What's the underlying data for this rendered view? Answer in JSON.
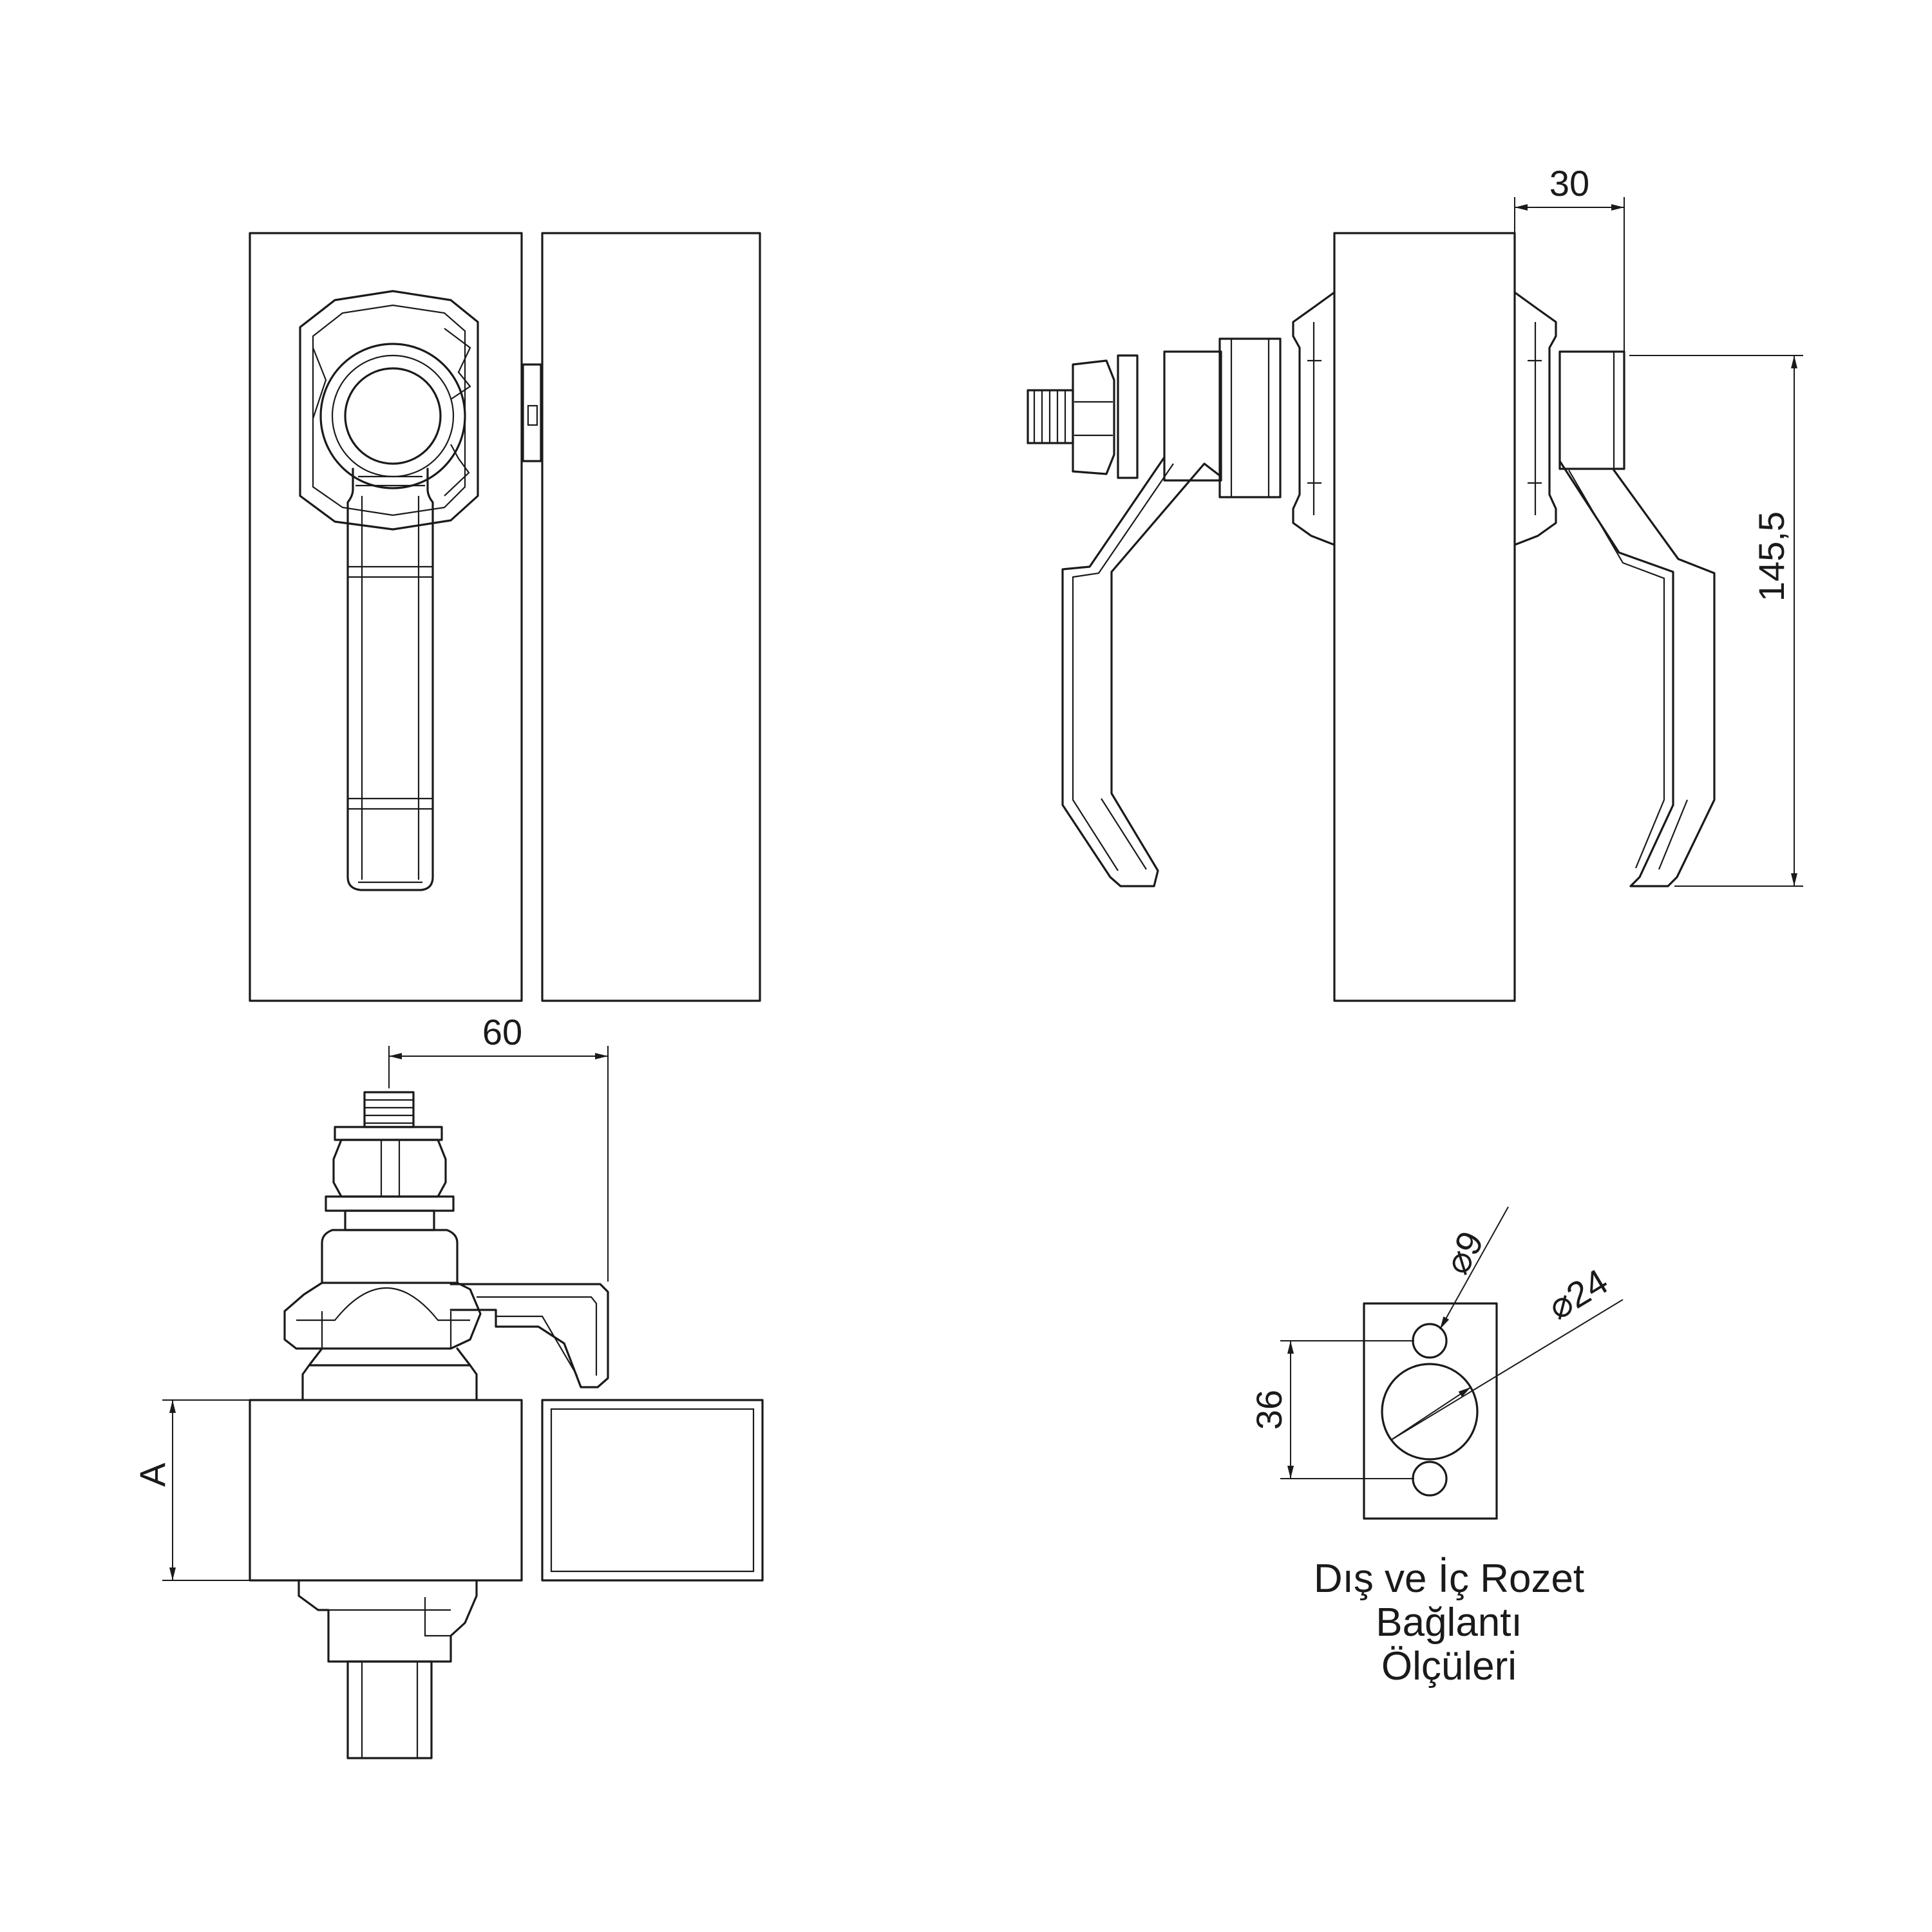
{
  "dimensions": {
    "width_60": "60",
    "depth_30": "30",
    "height_145_5": "145,5",
    "spacing_36": "36",
    "thickness_a": "A",
    "hole_diameter": "9",
    "center_diameter": "24"
  },
  "caption": {
    "line1": "Dış ve İç Rozet",
    "line2": "Bağlantı",
    "line3": "Ölçüleri"
  },
  "colors": {
    "line": "#1a1a1a",
    "background": "#ffffff"
  }
}
